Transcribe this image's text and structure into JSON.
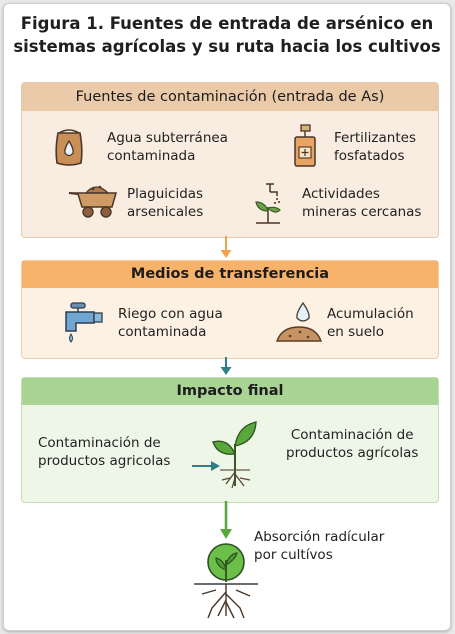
{
  "title_line1": "Figura 1. Fuentes de entrada de arsénico en",
  "title_line2": "sistemas agrícolas y su ruta hacia los cultivos",
  "sources": {
    "heading": "Fuentes de contaminación (entrada de As)",
    "items": [
      {
        "line1": "Agua subterránea",
        "line2": "contaminada",
        "icon": "water-sack-icon"
      },
      {
        "line1": "Fertilizantes",
        "line2": "fosfatados",
        "icon": "fertilizer-bottle-icon"
      },
      {
        "line1": "Plaguicidas",
        "line2": "arsenicales",
        "icon": "wheelbarrow-icon"
      },
      {
        "line1": "Actividades",
        "line2": "mineras cercanas",
        "icon": "sprayer-plant-icon"
      }
    ]
  },
  "transfer": {
    "heading": "Medios de transferencia",
    "items": [
      {
        "line1": "Riego con agua",
        "line2": "contaminada",
        "icon": "faucet-icon"
      },
      {
        "line1": "Acumulación",
        "line2": "en suelo",
        "icon": "soil-drop-icon"
      }
    ]
  },
  "impact": {
    "heading": "Impacto final",
    "left_line1": "Contaminación de",
    "left_line2": "productos agricolas",
    "right_line1": "Contaminación de",
    "right_line2": "productos agrícolas",
    "icon": "seedling-icon"
  },
  "absorption": {
    "line1": "Absorción radícular",
    "line2": "por cultívos",
    "icon": "plant-roots-icon"
  },
  "colors": {
    "orange": "#f4a24a",
    "teal": "#2f7f86",
    "green": "#5aa73c"
  }
}
